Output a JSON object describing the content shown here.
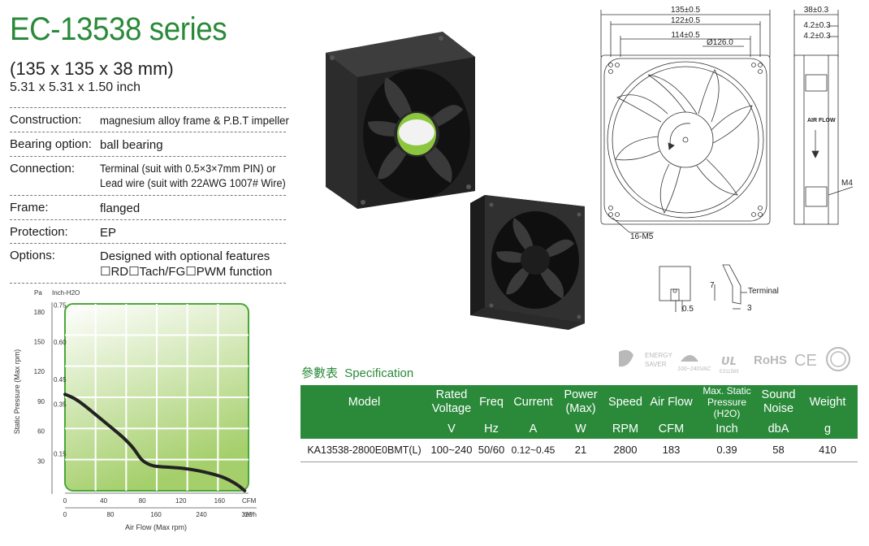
{
  "header": {
    "title": "EC-13538 series",
    "dims_mm": "(135 x 135 x 38 mm)",
    "dims_inch": "5.31 x 5.31 x 1.50 inch"
  },
  "specs": [
    {
      "key": "Construction:",
      "value": "magnesium alloy frame & P.B.T impeller"
    },
    {
      "key": "Bearing option:",
      "value": "ball bearing"
    },
    {
      "key": "Connection:",
      "value": "Terminal (suit with 0.5×3×7mm PIN) or",
      "value2": "Lead wire (suit with 22AWG 1007# Wire)"
    },
    {
      "key": "Frame:",
      "value": "flanged"
    },
    {
      "key": "Protection:",
      "value": "EP"
    },
    {
      "key": "Options:",
      "value": "Designed with optional features",
      "value2": "☐RD☐Tach/FG☐PWM function"
    }
  ],
  "drawing": {
    "dim_135": "135±0.5",
    "dim_122": "122±0.5",
    "dim_114": "114±0.5",
    "dim_dia": "Ø126.0",
    "dim_38": "38±0.3",
    "dim_42a": "4.2±0.3",
    "dim_42b": "4.2±0.3",
    "m4": "M4",
    "holes": "16-M5",
    "terminal": "Terminal",
    "t7": "7",
    "t05": "0.5",
    "t3": "3",
    "airflow": "AIR FLOW"
  },
  "logos": {
    "energy": "ENERGY",
    "saver": "SAVER",
    "volt": "100~240VAC",
    "rohs": "RoHS",
    "ce": "CE",
    "ul_code": "E311589"
  },
  "chart_data": {
    "type": "line",
    "title": "",
    "ylabel": "Static Pressure (Max rpm)",
    "xlabel": "Air Flow (Max rpm)",
    "y_unit_left": "Pa",
    "y_unit_right": "Inch-H2O",
    "x_unit_top": "CFM",
    "x_unit_bottom": "m³/h",
    "ylim": [
      0,
      188
    ],
    "xlim": [
      0,
      190
    ],
    "y_ticks_pa": [
      "180",
      "150",
      "120",
      "90",
      "60",
      "30"
    ],
    "y_ticks_inch": [
      "0.75",
      "0.60",
      "0.45",
      "0.35",
      "0.15"
    ],
    "x_ticks_cfm": [
      "0",
      "40",
      "80",
      "120",
      "160"
    ],
    "x_ticks_m3h": [
      "0",
      "80",
      "160",
      "240",
      "320"
    ],
    "grid": true,
    "series": [
      {
        "x": [
          0,
          10,
          20,
          30,
          40,
          50,
          60,
          70,
          75,
          80,
          90,
          100,
          120,
          140,
          160,
          170,
          180,
          186
        ],
        "y": [
          97,
          93,
          86,
          78,
          70,
          62,
          54,
          44,
          37,
          30,
          25,
          24,
          23,
          20,
          15,
          11,
          5,
          0
        ]
      }
    ]
  },
  "table": {
    "title_cn": "參數表",
    "title_en": "Specification",
    "headers": [
      "Model",
      "Rated Voltage",
      "Freq",
      "Current",
      "Power (Max)",
      "Speed",
      "Air Flow",
      "Max. Static Pressure (H2O)",
      "Sound Noise",
      "Weight"
    ],
    "units": [
      "",
      "V",
      "Hz",
      "A",
      "W",
      "RPM",
      "CFM",
      "Inch",
      "dbA",
      "g"
    ],
    "rows": [
      [
        "KA13538-2800E0BMT(L)",
        "100~240",
        "50/60",
        "0.12~0.45",
        "21",
        "2800",
        "183",
        "0.39",
        "58",
        "410"
      ]
    ]
  },
  "colors": {
    "brand_green": "#2a8a3a",
    "chart_fill_top": "#ffffff",
    "chart_fill_bottom": "#a5cf6b"
  }
}
